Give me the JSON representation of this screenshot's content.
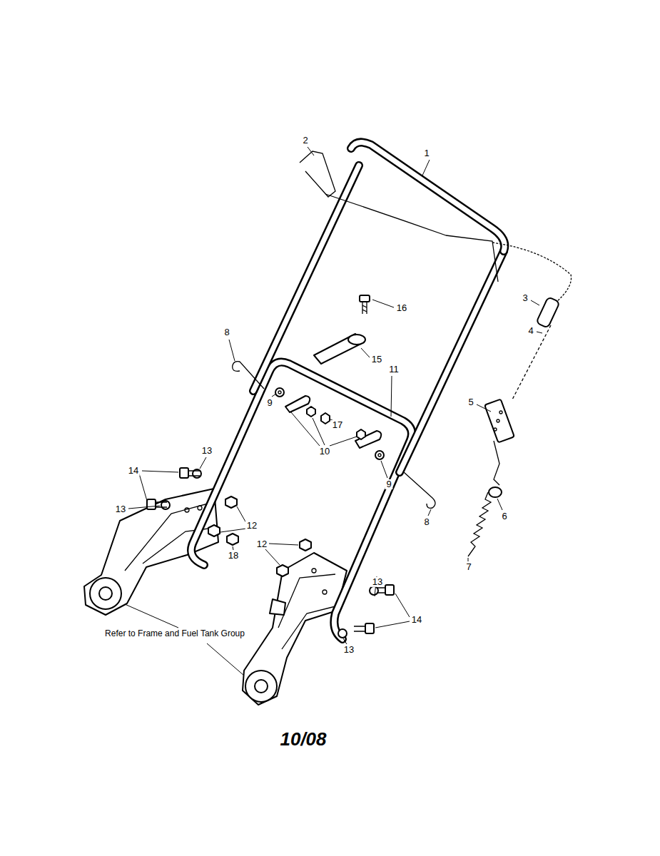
{
  "diagram": {
    "labels": [
      "2",
      "1",
      "3",
      "16",
      "4",
      "8",
      "15",
      "11",
      "5",
      "9",
      "17",
      "10",
      "13",
      "14",
      "9",
      "13",
      "6",
      "8",
      "12",
      "12",
      "18",
      "7",
      "13",
      "14",
      "13",
      "Refer to Frame and Fuel Tank Group",
      "10/08"
    ]
  }
}
